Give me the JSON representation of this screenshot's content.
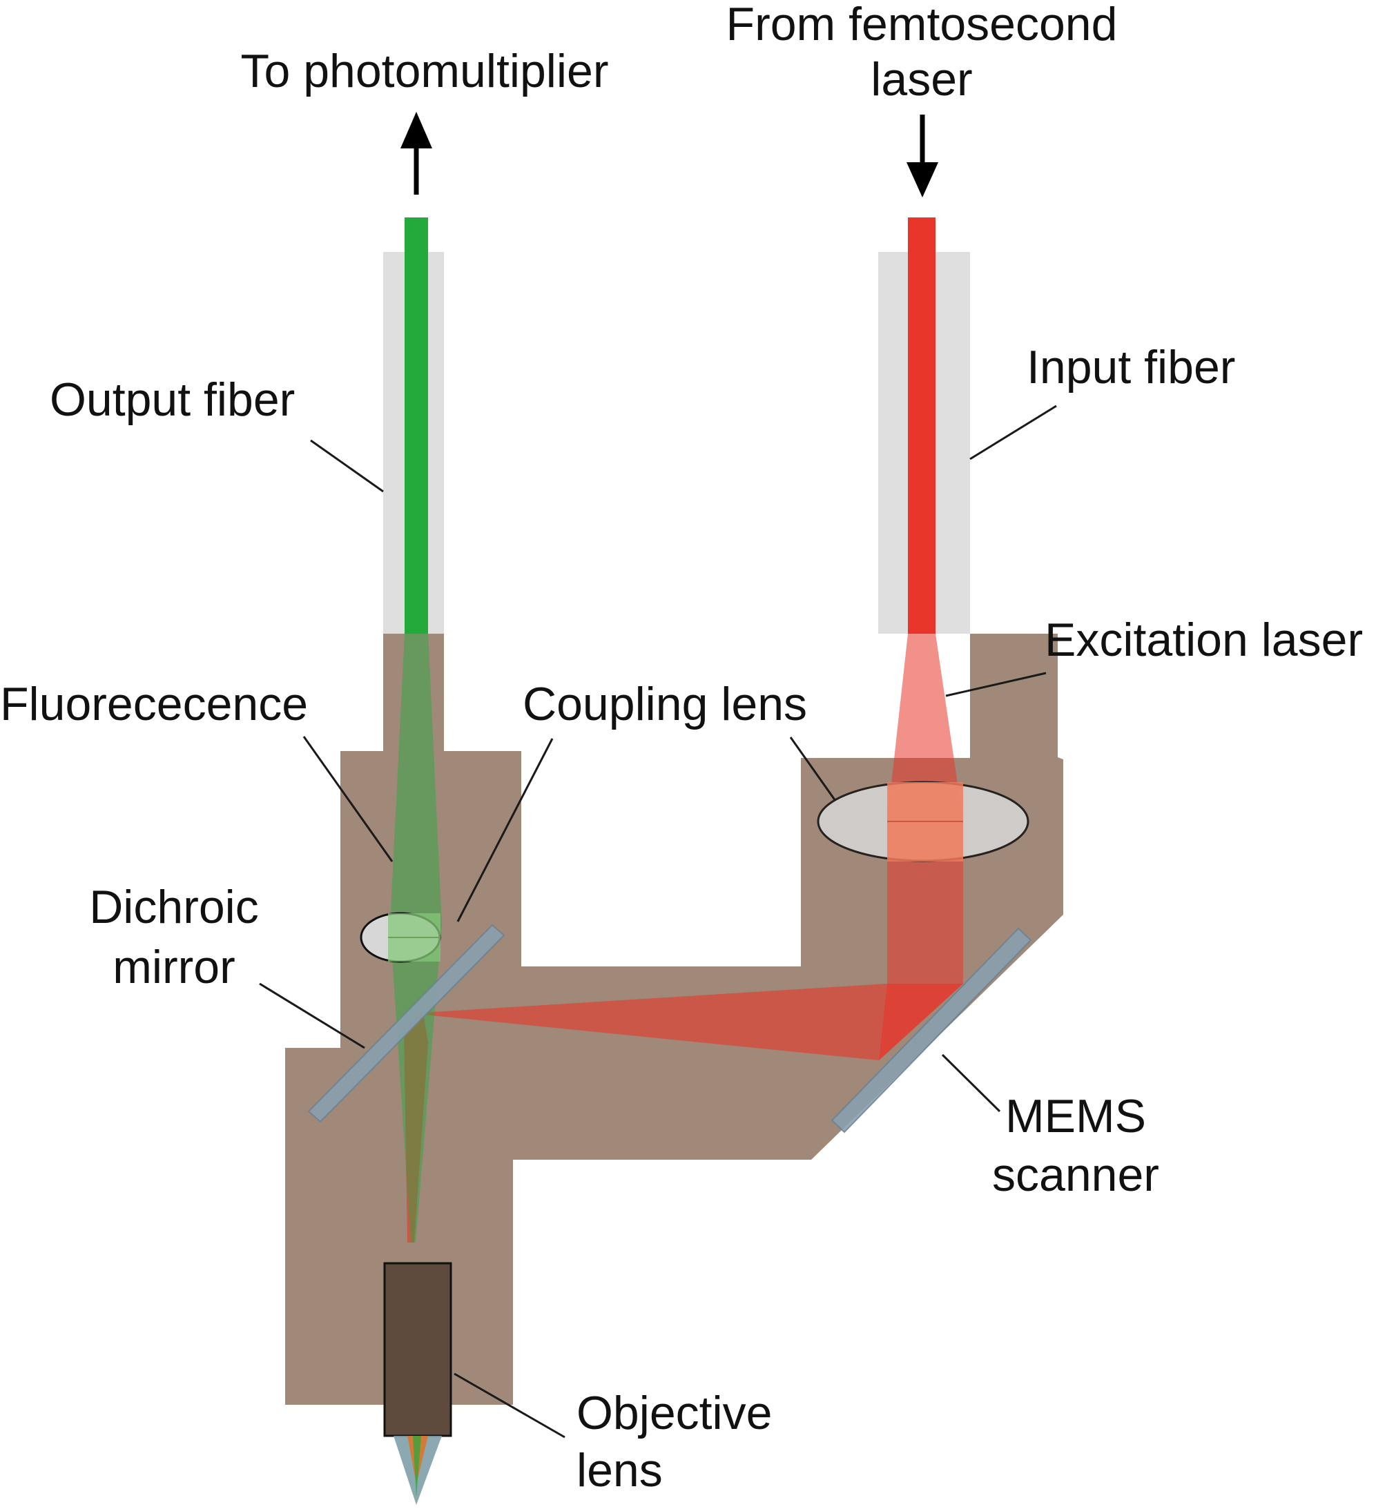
{
  "colors": {
    "background": "#ffffff",
    "housing": "#a08978",
    "fiber_sheath": "#dedede",
    "fluorescence_beam": "#22ab3b",
    "excitation_beam": "#e8352a",
    "lens": "#d7d7d7",
    "mirror": "#8aa0b0",
    "objective": "#5f4b3e"
  },
  "labels": {
    "to_photomultiplier": "To photomultiplier",
    "from_laser_line1": "From femtosecond",
    "from_laser_line2": "laser",
    "output_fiber": "Output fiber",
    "input_fiber": "Input fiber",
    "excitation_laser": "Excitation laser",
    "fluorescence": "Fluorececence",
    "coupling_lens": "Coupling lens",
    "dichroic_line1": "Dichroic",
    "dichroic_line2": "mirror",
    "mems_line1": "MEMS",
    "mems_line2": "scanner",
    "objective_line1": "Objective",
    "objective_line2": "lens"
  },
  "icons": {
    "output_arrow": "arrow-up-icon",
    "input_arrow": "arrow-down-icon"
  }
}
